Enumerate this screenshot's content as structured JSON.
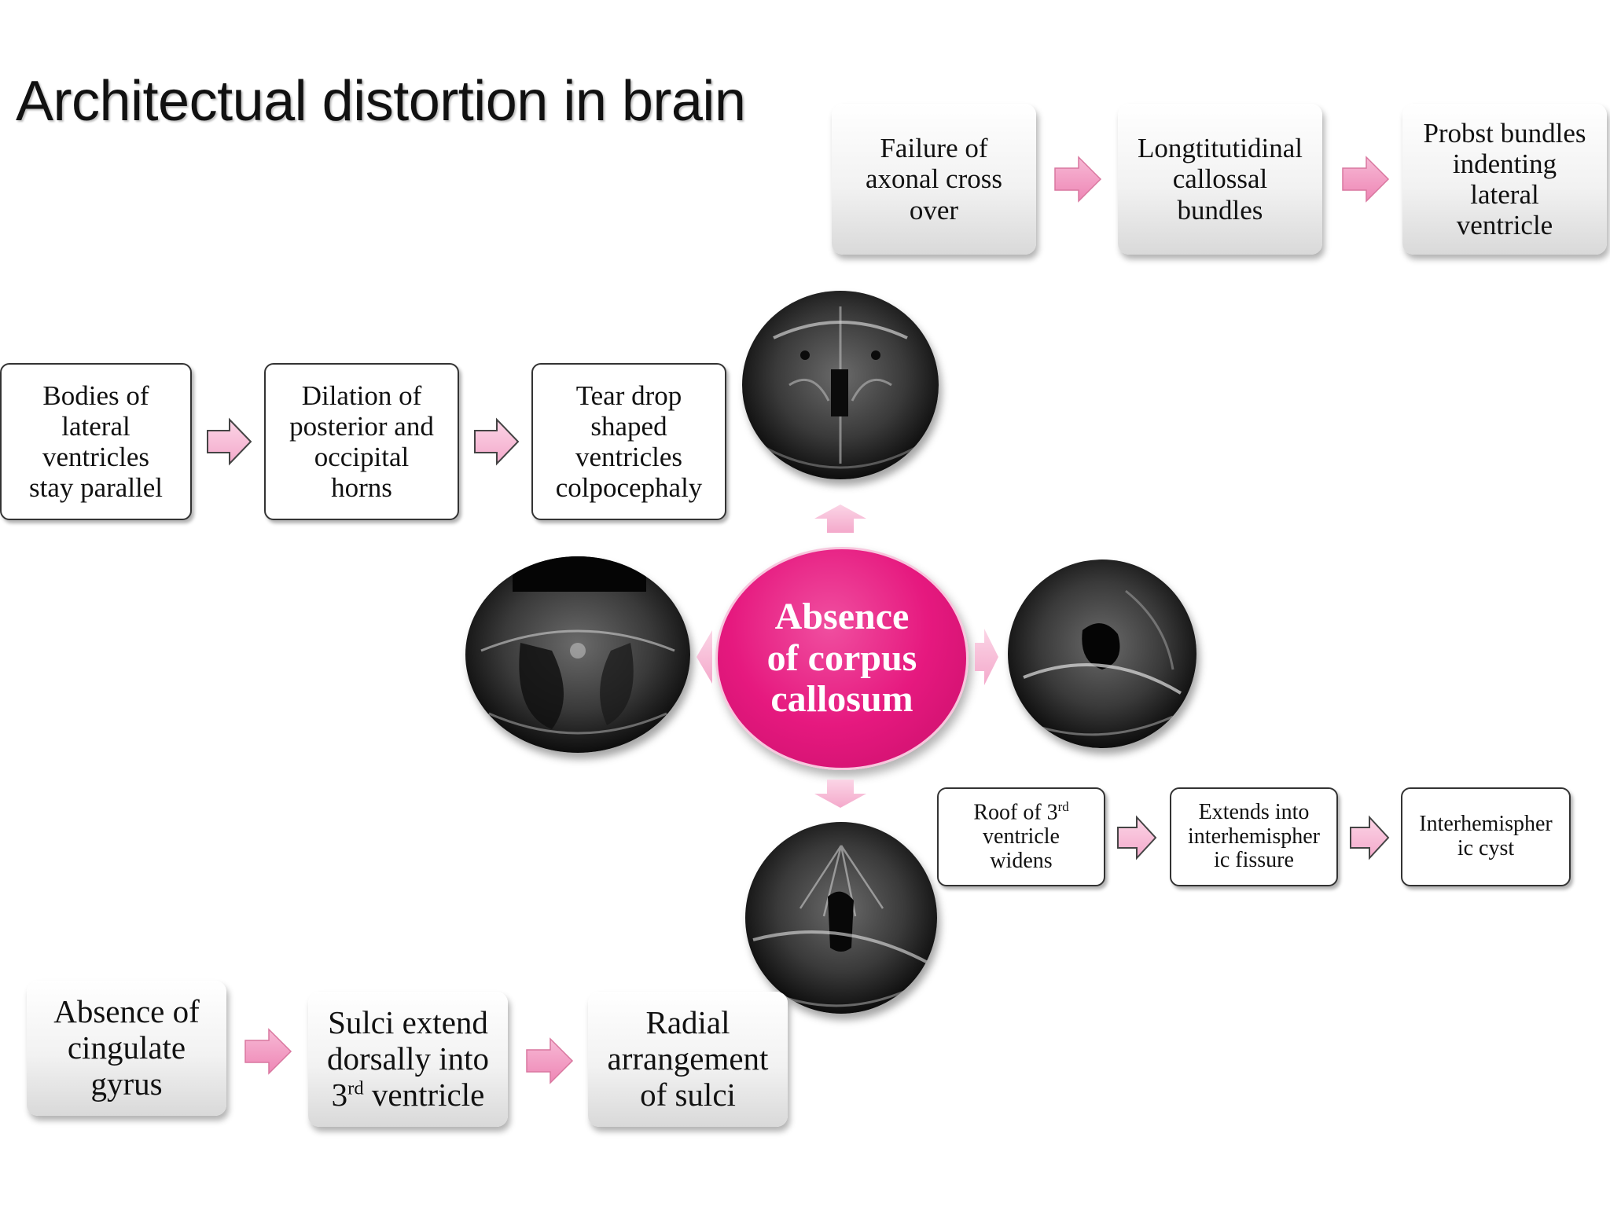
{
  "title": "Architectual distortion in brain",
  "center": {
    "line1": "Absence",
    "line2": "of corpus",
    "line3": "callosum",
    "color": "#e6197f"
  },
  "top_row": [
    {
      "lines": [
        "Failure of",
        "axonal cross",
        "over"
      ]
    },
    {
      "lines": [
        "Longtitutidinal",
        "callossal",
        "bundles"
      ]
    },
    {
      "lines": [
        "Probst bundles",
        "indenting",
        "lateral",
        "ventricle"
      ]
    }
  ],
  "left_row": [
    {
      "lines": [
        "Bodies of",
        "lateral",
        "ventricles",
        "stay parallel"
      ]
    },
    {
      "lines": [
        "Dilation of",
        "posterior and",
        "occipital",
        "horns"
      ]
    },
    {
      "lines": [
        "Tear drop",
        "shaped",
        "ventricles",
        "colpocephaly"
      ]
    }
  ],
  "right_row": [
    {
      "line1_pre": "Roof of 3",
      "line1_sup": "rd",
      "line2": "ventricle",
      "line3": "widens"
    },
    {
      "lines": [
        "Extends into",
        "interhemispher",
        "ic fissure"
      ]
    },
    {
      "lines": [
        "Interhemispher",
        "ic cyst"
      ]
    }
  ],
  "bottom_row": [
    {
      "lines": [
        "Absence of",
        "cingulate",
        "gyrus"
      ]
    },
    {
      "line1": "Sulci extend",
      "line2": "dorsally into",
      "line3_pre": "3",
      "line3_sup": "rd",
      "line3_post": " ventricle"
    },
    {
      "lines": [
        "Radial",
        "arrangement",
        "of sulci"
      ]
    }
  ],
  "colors": {
    "arrow_pink": "#f29ac3",
    "arrow_light": "#f7c3d9"
  },
  "icons": [
    "right-arrow-icon",
    "up-arrow-icon",
    "down-arrow-icon",
    "left-arrow-icon",
    "ultrasound-scan-image"
  ]
}
